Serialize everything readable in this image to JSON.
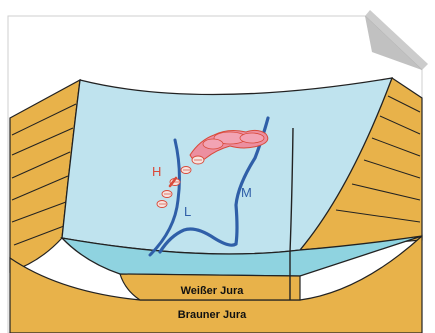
{
  "labels": {
    "h": "H",
    "l": "L",
    "m": "M",
    "weisser_jura": "Weißer Jura",
    "brauner_jura": "Brauner Jura"
  },
  "colors": {
    "frame_shadow": "#a8a8a8",
    "card": "#ffffff",
    "ochre": "#e8b24a",
    "ochre_dark": "#c8922c",
    "lake": "#bfe3ee",
    "lake_front": "#8fd3e0",
    "river": "#2f5fa8",
    "sediment": "#e77f8f",
    "sediment_red": "#d94a3a"
  }
}
